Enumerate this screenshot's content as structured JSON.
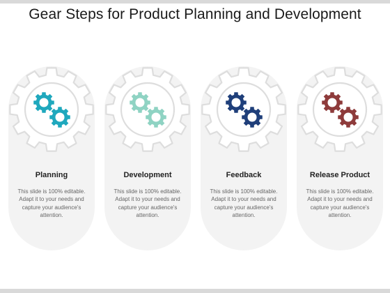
{
  "title": "Gear Steps for Product Planning and Development",
  "steps": [
    {
      "title": "Planning",
      "description": "This slide is 100% editable. Adapt it to your needs and capture your audience's attention.",
      "color": "#1fa8bd"
    },
    {
      "title": "Development",
      "description": "This slide is 100% editable. Adapt it to your needs and capture your audience's attention.",
      "color": "#8fd3c3"
    },
    {
      "title": "Feedback",
      "description": "This slide is 100% editable. Adapt it to your needs and capture your audience's attention.",
      "color": "#1f3f7a"
    },
    {
      "title": "Release Product",
      "description": "This slide is 100% editable. Adapt it to your needs and capture your audience's attention.",
      "color": "#8e3b3b"
    }
  ],
  "colors": {
    "pill_background": "#f3f3f3",
    "gear_outline": "#dddddd",
    "bars": "#d9d9d9"
  },
  "icons": {
    "big": "gear-icon",
    "small": "gears-icon"
  }
}
